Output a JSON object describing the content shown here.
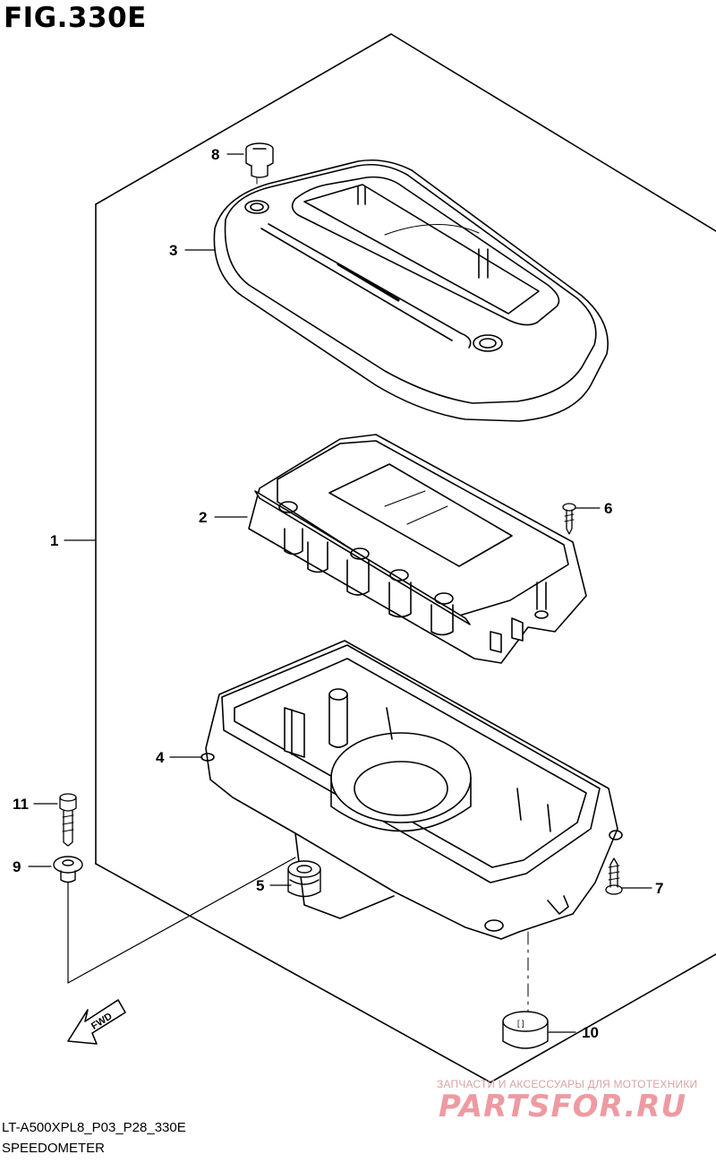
{
  "figure": {
    "title": "FIG.330E"
  },
  "callouts": {
    "c1": "1",
    "c2": "2",
    "c3": "3",
    "c4": "4",
    "c5": "5",
    "c6": "6",
    "c7": "7",
    "c8": "8",
    "c9": "9",
    "c10": "10",
    "c11": "11"
  },
  "direction_arrow": {
    "label": "FWD"
  },
  "footer": {
    "model_code": "LT-A500XPL8_P03_P28_330E",
    "part_name": "SPEEDOMETER"
  },
  "watermark": {
    "caption": "ЗАПЧАСТИ И АКСЕССУАРЫ ДЛЯ МОТОТЕХНИКИ",
    "logo": "PARTSFOR.RU"
  }
}
